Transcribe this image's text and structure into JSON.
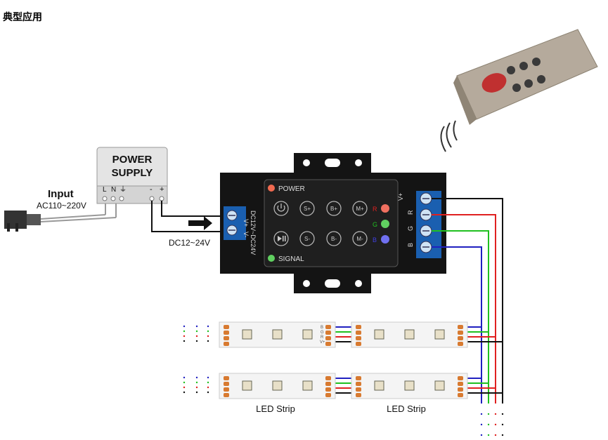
{
  "title": "典型应用",
  "power_supply": {
    "label_line1": "POWER",
    "label_line2": "SUPPLY",
    "terminals": [
      "L",
      "N",
      "⏚",
      "-",
      "+"
    ]
  },
  "input": {
    "label": "Input",
    "voltage": "AC110~220V"
  },
  "dc_label": "DC12~24V",
  "controller": {
    "input_label": "DC12V~DC24V",
    "input_terminals": [
      "V+",
      "V-"
    ],
    "power_label": "POWER",
    "signal_label": "SIGNAL",
    "buttons_row1": [
      "S+",
      "B+",
      "M+"
    ],
    "buttons_row2": [
      "S-",
      "B-",
      "M-"
    ],
    "indicators": [
      "R",
      "G",
      "B"
    ],
    "output_terminals": [
      "V+",
      "R",
      "G",
      "B"
    ]
  },
  "led_strips": {
    "label": "LED Strip",
    "terminal_labels": [
      "B",
      "G",
      "R",
      "V+"
    ]
  },
  "colors": {
    "red": "#e02020",
    "green": "#20c020",
    "blue": "#2020c0",
    "black": "#111111",
    "controller_body": "#141414",
    "terminal_blue": "#1a5fb0"
  }
}
